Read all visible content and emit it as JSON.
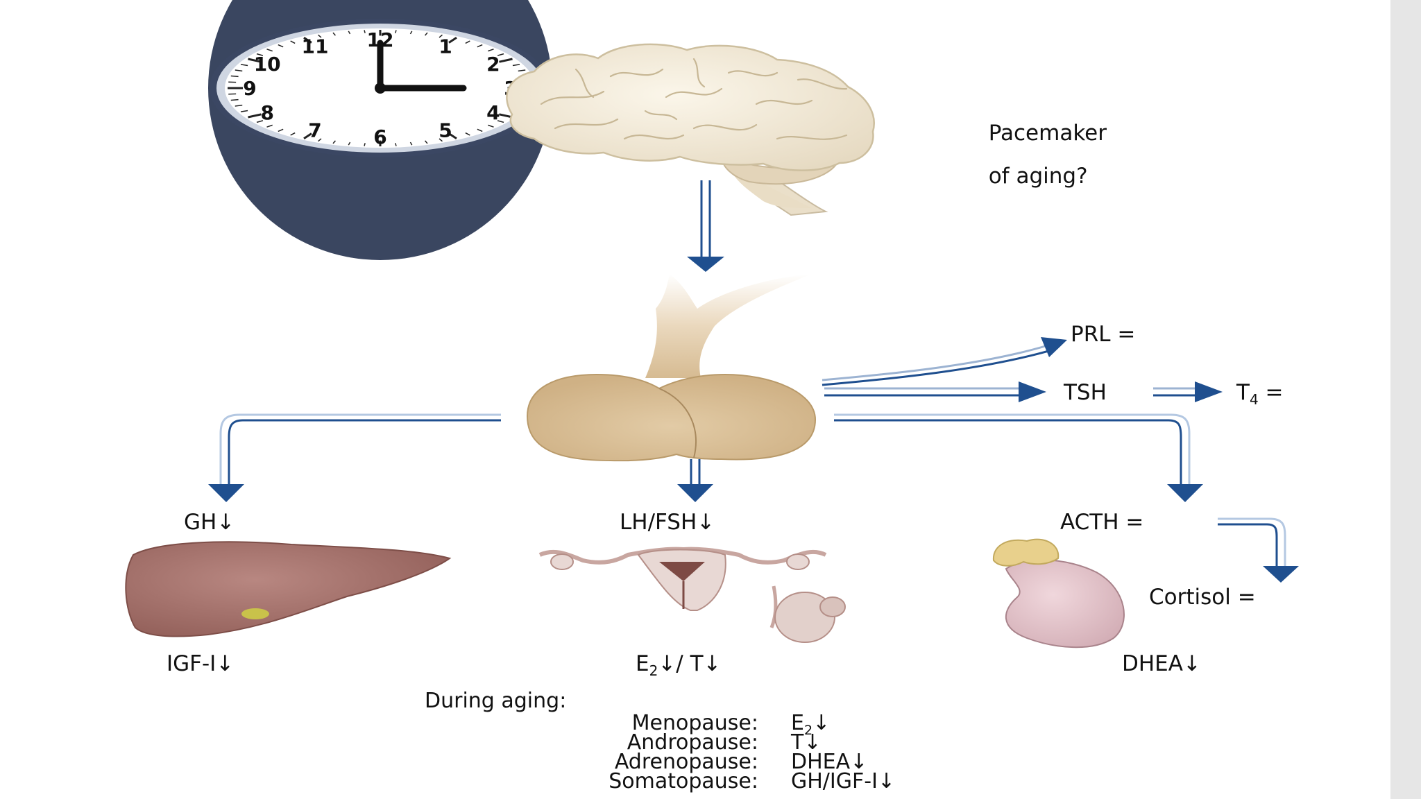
{
  "labels": {
    "pacemaker_line1": "Pacemaker",
    "pacemaker_line2": "of aging?",
    "prl": "PRL =",
    "tsh": "TSH",
    "t4_base": "T",
    "t4_sub": "4",
    "t4_eq": " =",
    "gh": "GH↓",
    "lh_fsh": "LH/FSH↓",
    "acth": "ACTH =",
    "cortisol": "Cortisol =",
    "igf": "IGF-I↓",
    "e2_base": "E",
    "e2_sub": "2",
    "e2_rest": "↓/ T↓",
    "dhea": "DHEA↓"
  },
  "clock": {
    "numbers": [
      "12",
      "1",
      "2",
      "3",
      "4",
      "5",
      "6",
      "7",
      "8",
      "9",
      "10",
      "11"
    ]
  },
  "summary": {
    "heading": "During aging:",
    "rows": [
      {
        "label": "Menopause:",
        "value_base": "E",
        "value_sub": "2",
        "value_rest": "↓"
      },
      {
        "label": "Andropause:",
        "value_base": "T↓",
        "value_sub": "",
        "value_rest": ""
      },
      {
        "label": "Adrenopause:",
        "value_base": "DHEA↓",
        "value_sub": "",
        "value_rest": ""
      },
      {
        "label": "Somatopause:",
        "value_base": "GH/IGF-I↓",
        "value_sub": "",
        "value_rest": ""
      }
    ]
  },
  "colors": {
    "arrow": "#1f4f8f",
    "arrow_light": "#a9c0dc",
    "brain": "#efe7d6",
    "pituitary": "#d8bf97",
    "liver": "#a8746e",
    "uterus": "#e8d8d4",
    "kidney": "#e7c9cf",
    "adrenal": "#e8d08c"
  }
}
